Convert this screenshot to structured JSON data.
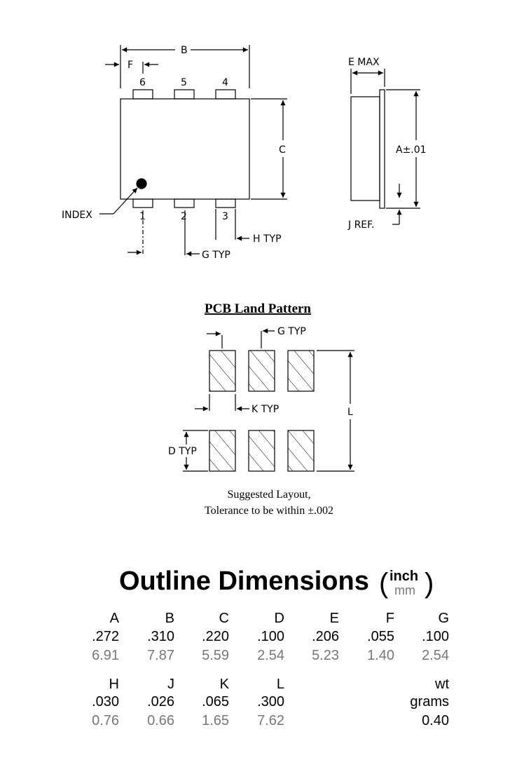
{
  "drawing": {
    "top_labels": {
      "B": "B",
      "F": "F",
      "C": "C",
      "E_max": "E  MAX",
      "A": "A±.01",
      "J_ref": "J  REF.",
      "index": "INDEX",
      "h_typ": "H  TYP",
      "g_typ": "G  TYP"
    },
    "pins_top": [
      "6",
      "5",
      "4"
    ],
    "pins_bottom": [
      "1",
      "2",
      "3"
    ],
    "pcb": {
      "title": "PCB Land Pattern",
      "g_typ": "G  TYP",
      "k_typ": "K  TYP",
      "d_typ": "D  TYP",
      "l": "L",
      "note_line1": "Suggested Layout,",
      "note_line2": "Tolerance to be within ±.002"
    }
  },
  "outline": {
    "title": "Outline Dimensions",
    "unit_top": "inch",
    "unit_bottom": "mm",
    "paren_open": "(",
    "paren_close": ")",
    "row1": [
      {
        "label": "A",
        "inch": ".272",
        "mm": "6.91"
      },
      {
        "label": "B",
        "inch": ".310",
        "mm": "7.87"
      },
      {
        "label": "C",
        "inch": ".220",
        "mm": "5.59"
      },
      {
        "label": "D",
        "inch": ".100",
        "mm": "2.54"
      },
      {
        "label": "E",
        "inch": ".206",
        "mm": "5.23"
      },
      {
        "label": "F",
        "inch": ".055",
        "mm": "1.40"
      },
      {
        "label": "G",
        "inch": ".100",
        "mm": "2.54"
      }
    ],
    "row2": [
      {
        "label": "H",
        "inch": ".030",
        "mm": "0.76"
      },
      {
        "label": "J",
        "inch": ".026",
        "mm": "0.66"
      },
      {
        "label": "K",
        "inch": ".065",
        "mm": "1.65"
      },
      {
        "label": "L",
        "inch": ".300",
        "mm": "7.62"
      }
    ],
    "weight": {
      "label": "wt",
      "unit": "grams",
      "value": "0.40"
    }
  }
}
